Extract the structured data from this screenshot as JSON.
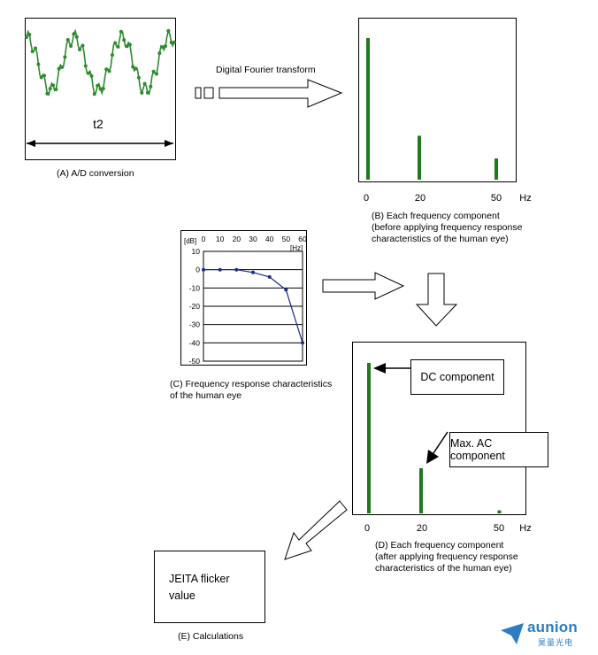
{
  "panel_a": {
    "caption": "(A) A/D conversion",
    "span_label": "t2"
  },
  "transform_label": "Digital Fourier transform",
  "panel_b": {
    "axis_labels": [
      "0",
      "20",
      "50"
    ],
    "unit": "Hz",
    "caption_lines": [
      "(B) Each frequency component",
      "(before applying frequency response",
      "characteristics of the human eye)"
    ]
  },
  "panel_c": {
    "x_ticks": [
      "0",
      "10",
      "20",
      "30",
      "40",
      "50",
      "60"
    ],
    "x_unit": "[Hz]",
    "y_unit": "[dB]",
    "y_ticks": [
      "10",
      "0",
      "-10",
      "-20",
      "-30",
      "-40",
      "-50"
    ],
    "caption_lines": [
      "(C) Frequency response characteristics",
      "of the human eye"
    ]
  },
  "panel_d": {
    "dc_label": "DC component",
    "ac_label": "Max. AC component",
    "axis_labels": [
      "0",
      "20",
      "50"
    ],
    "unit": "Hz",
    "caption_lines": [
      "(D) Each frequency component",
      "(after applying frequency response",
      "characteristics of the human eye)"
    ]
  },
  "panel_e": {
    "box_lines": [
      "JEITA flicker",
      "value"
    ],
    "caption": "(E) Calculations"
  },
  "logo": {
    "name": "aunion",
    "subtitle": "昊量光电"
  },
  "colors": {
    "signal": "#2e8b2e",
    "bar": "#1f7a1f",
    "curve": "#1c2a8c",
    "logo": "#2a7fc4"
  },
  "chart_data": [
    {
      "type": "bar",
      "x": [
        0,
        20,
        50
      ],
      "values": [
        1.0,
        0.31,
        0.15
      ],
      "xlabel": "Hz",
      "xticks": [
        0,
        20,
        50
      ]
    },
    {
      "type": "line",
      "x": [
        0,
        10,
        20,
        30,
        40,
        50,
        60
      ],
      "values": [
        0,
        0,
        0,
        -1.5,
        -4,
        -11,
        -40
      ],
      "xlabel": "[Hz]",
      "ylabel": "[dB]",
      "xlim": [
        0,
        60
      ],
      "ylim": [
        -50,
        10
      ]
    },
    {
      "type": "bar",
      "x": [
        0,
        20,
        50
      ],
      "values": [
        1.0,
        0.3,
        0.02
      ],
      "xlabel": "Hz",
      "xticks": [
        0,
        20,
        50
      ]
    }
  ]
}
